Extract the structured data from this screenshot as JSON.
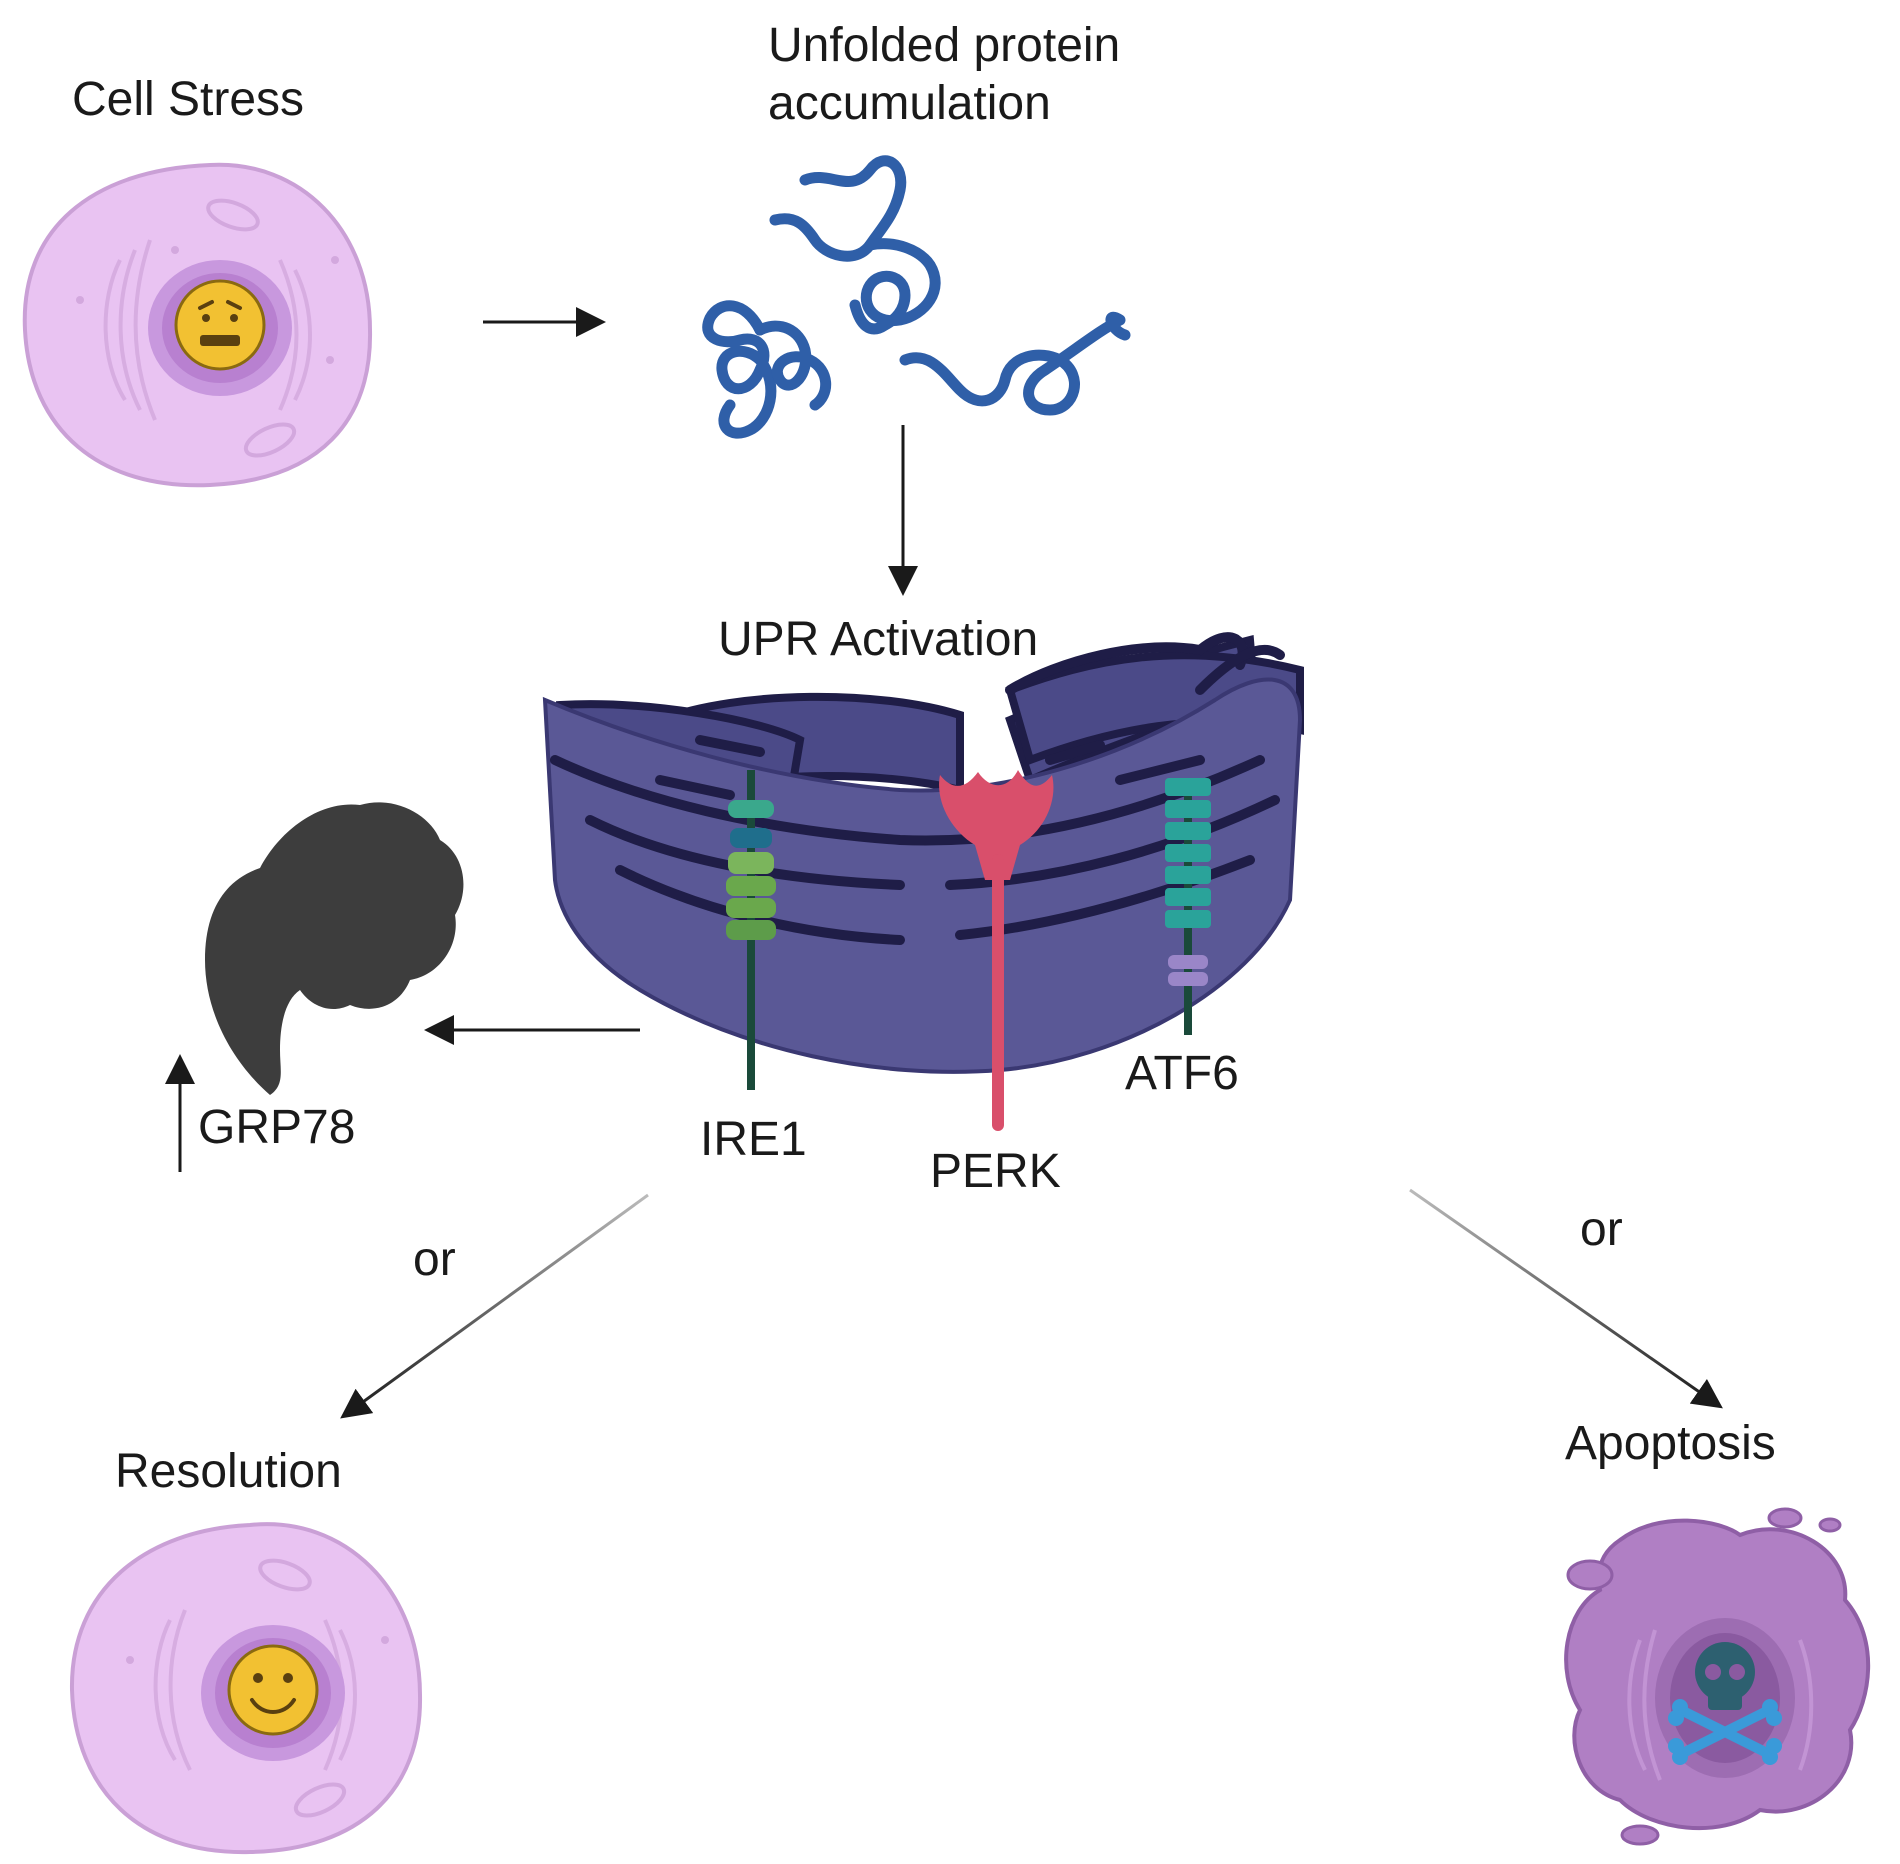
{
  "labels": {
    "cell_stress": "Cell Stress",
    "unfolded_line1": "Unfolded protein",
    "unfolded_line2": "accumulation",
    "upr_activation": "UPR Activation",
    "grp78": "GRP78",
    "ire1": "IRE1",
    "perk": "PERK",
    "atf6": "ATF6",
    "or_left": "or",
    "or_right": "or",
    "resolution": "Resolution",
    "apoptosis": "Apoptosis"
  },
  "icons": {
    "stressed_cell": "stressed-cell-icon",
    "unfolded_protein": "unfolded-protein-icon",
    "endoplasmic_reticulum": "endoplasmic-reticulum-icon",
    "grp78_chaperone": "grp78-chaperone-icon",
    "healthy_cell": "healthy-cell-icon",
    "apoptotic_cell": "apoptotic-cell-icon",
    "upregulation_arrow": "up-arrow-icon"
  },
  "colors": {
    "cell_fill": "#e7bff0",
    "cell_stroke": "#c89ad3",
    "nucleus": "#c79be0",
    "face": "#f2c132",
    "protein_strand": "#2f5fa8",
    "er_body": "#4a4886",
    "er_dark": "#1f1d47",
    "ire1_green": "#5d9c4a",
    "perk_red": "#d94f6b",
    "atf6_teal": "#2aa39a",
    "grp78": "#3d3d3d",
    "apoptotic_cell": "#b07fc4",
    "skull": "#2d6070",
    "crossbones": "#3a9ad9"
  }
}
